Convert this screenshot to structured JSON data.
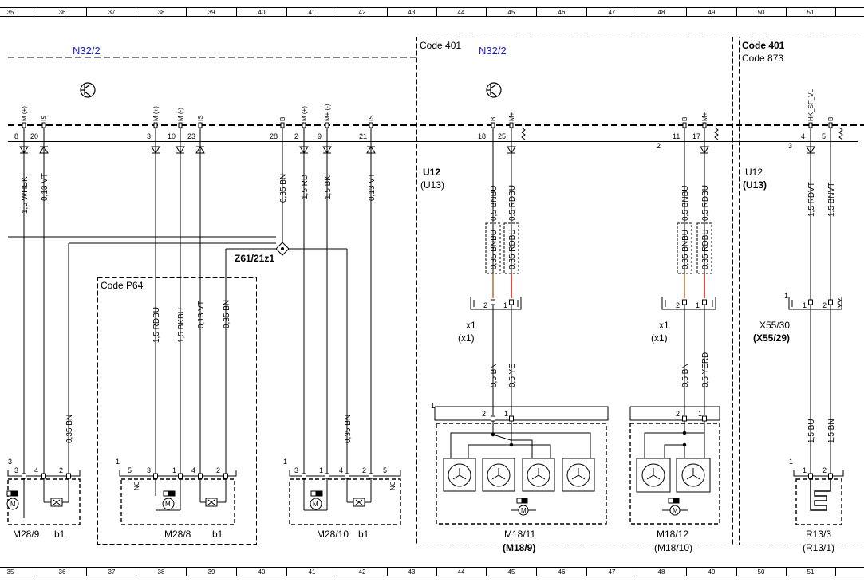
{
  "ruler": [
    "35",
    "36",
    "37",
    "38",
    "39",
    "40",
    "41",
    "42",
    "43",
    "44",
    "45",
    "46",
    "47",
    "48",
    "49",
    "50",
    "51"
  ],
  "connectors": {
    "n32_left": "N32/2",
    "n32_right": "N32/2",
    "u12_a": "U12",
    "u13_a": "(U13)",
    "u12_b": "U12",
    "u13_b": "(U13)",
    "z61": "Z61/21z1",
    "x1_a": "x1",
    "x1_a2": "(x1)",
    "x1_b": "x1",
    "x1_b2": "(x1)",
    "x55": "X55/30",
    "x55b": "(X55/29)"
  },
  "codes": {
    "c401_a": "Code 401",
    "c401_b": "Code 401",
    "c873": "Code 873",
    "cp64": "Code P64"
  },
  "components": {
    "m28_9": "M28/9",
    "m28_8": "M28/8",
    "m28_10": "M28/10",
    "b1_a": "b1",
    "b1_b": "b1",
    "b1_c": "b1",
    "m18_11": "M18/11",
    "m18_9": "(M18/9)",
    "m18_12": "M18/12",
    "m18_10": "(M18/10)",
    "r13_3": "R13/3",
    "r13_1": "(R13/1)"
  },
  "module_pins": [
    "8",
    "20",
    "3",
    "10",
    "23",
    "28",
    "2",
    "9",
    "21",
    "18",
    "25",
    "2",
    "11",
    "17",
    "3",
    "4",
    "5"
  ],
  "pin_tags": [
    "M (+)",
    "IS",
    "M (+)",
    "M (-)",
    "IS",
    "B",
    "M (+)",
    "M+ (-)",
    "IS",
    "B",
    "M+",
    "B",
    "M+",
    "HK_SF_VL",
    "B"
  ],
  "wires": {
    "w1": "1,5 WHBK",
    "w2": "0,13 VT",
    "w3": "0,35 BN",
    "w4": "1,5 RD",
    "w5": "1,5 BK",
    "w6": "0,13 VT",
    "w7": "0,5 BNBU",
    "w8": "0,5 RDBU",
    "w9": "0,35 BNBU",
    "w10": "0,35 RDBU",
    "w11": "0,5 BNBU",
    "w12": "0,5 RDBU",
    "w13": "0,35 BNBU",
    "w14": "0,35 RDBU",
    "w15": "1,5 RDVT",
    "w16": "1,5 BNVT",
    "w17": "1,5 RDBU",
    "w18": "1,5 BKBU",
    "w19": "0,13 VT",
    "w20": "0,35 BN",
    "w21": "0,35 BN",
    "w22": "0,35 BN",
    "w23": "0,5 BN",
    "w24": "0,5 YE",
    "w25": "0,5 BN",
    "w26": "0,5 YERD",
    "w27": "1,5 BU",
    "w28": "1,5 BN"
  },
  "lower_pins": [
    "3",
    "4",
    "2",
    "5",
    "3",
    "1",
    "4",
    "2",
    "3",
    "1",
    "4",
    "2",
    "5",
    "2",
    "1",
    "2",
    "1",
    "1",
    "2",
    "1",
    "1",
    "2",
    "1",
    "2",
    "1",
    "2",
    "1",
    "NC",
    "NC"
  ]
}
